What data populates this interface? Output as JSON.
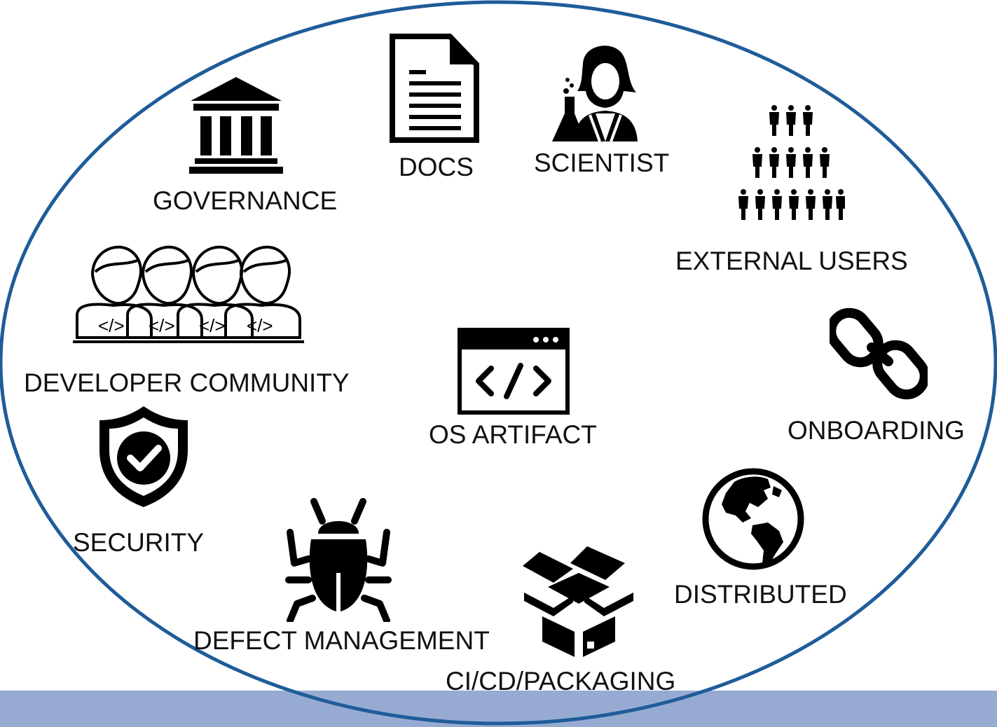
{
  "diagram": {
    "center": {
      "label": "OS ARTIFACT",
      "icon": "code-window-icon"
    },
    "items": [
      {
        "id": "docs",
        "label": "DOCS",
        "icon": "document-icon"
      },
      {
        "id": "scientist",
        "label": "SCIENTIST",
        "icon": "scientist-icon"
      },
      {
        "id": "governance",
        "label": "GOVERNANCE",
        "icon": "government-building-icon"
      },
      {
        "id": "external_users",
        "label": "EXTERNAL USERS",
        "icon": "people-crowd-icon"
      },
      {
        "id": "developer_community",
        "label": "DEVELOPER COMMUNITY",
        "icon": "developers-icon"
      },
      {
        "id": "onboarding",
        "label": "ONBOARDING",
        "icon": "chain-link-icon"
      },
      {
        "id": "security",
        "label": "SECURITY",
        "icon": "shield-check-icon"
      },
      {
        "id": "distributed",
        "label": "DISTRIBUTED",
        "icon": "globe-icon"
      },
      {
        "id": "defect_management",
        "label": "DEFECT MANAGEMENT",
        "icon": "bug-icon"
      },
      {
        "id": "cicd",
        "label": "CI/CD/PACKAGING",
        "icon": "open-box-icon"
      }
    ]
  },
  "colors": {
    "ellipse_stroke": "#1f5c99",
    "band": "#97abd2",
    "icon": "#000000"
  }
}
